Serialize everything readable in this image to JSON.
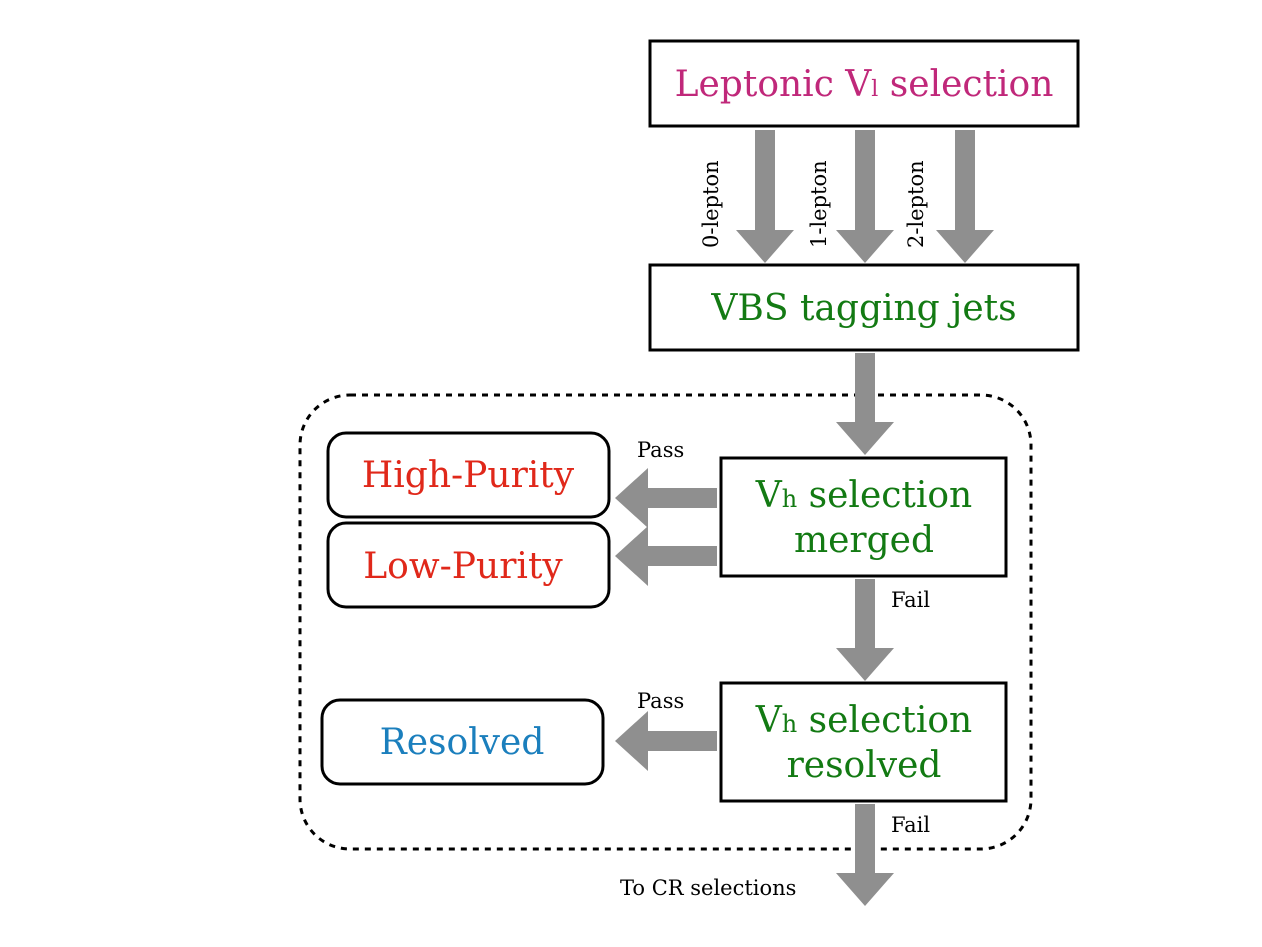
{
  "colors": {
    "magenta": "#c0287a",
    "green": "#137a13",
    "red": "#e0281a",
    "blue": "#1b7fbd",
    "arrow": "#8f8f8f",
    "border": "#000000"
  },
  "boxes": {
    "leptonic": {
      "text_main": "Leptonic V",
      "text_sub": "l",
      "text_end": " selection"
    },
    "vbs": {
      "text": "VBS tagging jets"
    },
    "merged": {
      "line1_main": "V",
      "line1_sub": "h",
      "line1_end": " selection",
      "line2": "merged"
    },
    "resolved_sel": {
      "line1_main": "V",
      "line1_sub": "h",
      "line1_end": " selection",
      "line2": "resolved"
    },
    "high_purity": {
      "text": "High-Purity"
    },
    "low_purity": {
      "text": "Low-Purity"
    },
    "resolved": {
      "text": "Resolved"
    }
  },
  "labels": {
    "lepton0": "0-lepton",
    "lepton1": "1-lepton",
    "lepton2": "2-lepton",
    "pass_merged": "Pass",
    "fail_merged": "Fail",
    "pass_resolved": "Pass",
    "fail_resolved": "Fail",
    "to_cr": "To CR selections"
  },
  "icons": {
    "down_arrow": "down-arrow-icon",
    "left_arrow": "left-arrow-icon"
  }
}
